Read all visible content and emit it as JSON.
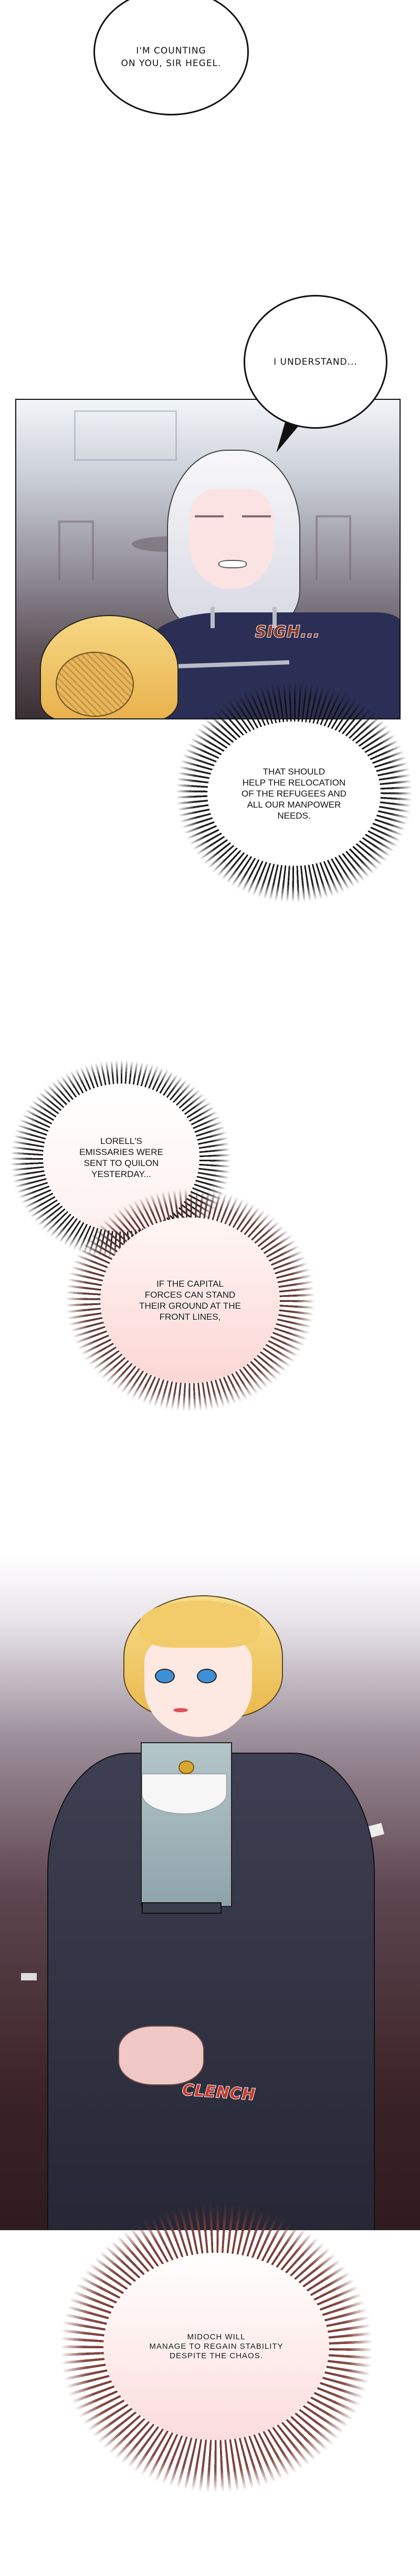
{
  "dialogue": {
    "bubble_1": "I'M COUNTING\nON YOU, SIR HEGEL.",
    "bubble_2": "I UNDERSTAND...",
    "bubble_3": "THAT SHOULD\nHELP THE RELOCATION\nOF THE REFUGEES AND\nALL OUR MANPOWER\nNEEDS.",
    "bubble_4": "LORELL'S\nEMISSARIES WERE\nSENT TO QUILON\nYESTERDAY...",
    "bubble_5": "IF THE CAPITAL\nFORCES CAN STAND\nTHEIR GROUND AT THE\nFRONT LINES,",
    "bubble_6": "MIDOCH WILL\nMANAGE TO REGAIN STABILITY\nDESPITE THE CHAOS."
  },
  "sfx": {
    "sigh": "SIGH...",
    "clench": "CLENCH"
  },
  "colors": {
    "sfx": "#8a3b2a",
    "uniform": "#2b2f55",
    "silver_hair": "#e6e6ee",
    "blonde_hair": "#f0c660",
    "burst_red": "#7a3a34",
    "burst_pink": "#fbd6d4"
  }
}
